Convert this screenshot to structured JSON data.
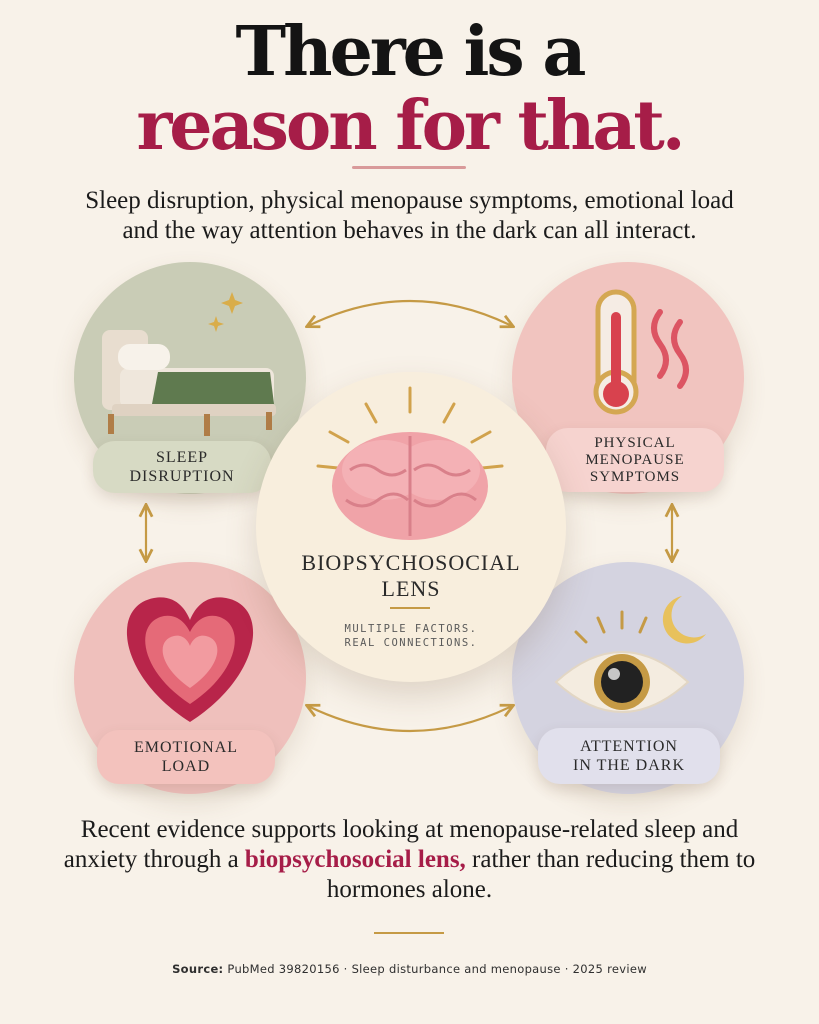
{
  "headline": {
    "line1": "There is a",
    "line2": "reason for that."
  },
  "intro": "Sleep disruption, physical menopause symptoms, emotional load and the way attention behaves in the dark can all interact.",
  "factors": {
    "sleep": {
      "line1": "SLEEP",
      "line2": "DISRUPTION",
      "icon": "moon-bed-icon"
    },
    "physical": {
      "line1": "PHYSICAL",
      "line2": "MENOPAUSE",
      "line3": "SYMPTOMS",
      "icon": "thermometer-heat-icon"
    },
    "emotional": {
      "line1": "EMOTIONAL",
      "line2": "LOAD",
      "icon": "heart-icon"
    },
    "attention": {
      "line1": "ATTENTION",
      "line2": "IN THE DARK",
      "icon": "eye-moon-icon"
    }
  },
  "center": {
    "title_line1": "BIOPSYCHOSOCIAL",
    "title_line2": "LENS",
    "sub_line1": "MULTIPLE FACTORS.",
    "sub_line2": "REAL CONNECTIONS.",
    "icon": "brain-icon"
  },
  "outro": {
    "before": "Recent evidence supports looking at menopause-related sleep and anxiety through a ",
    "highlight": "biopsychosocial lens,",
    "after": " rather than reducing them to hormones alone."
  },
  "source": {
    "label": "Source:",
    "text": " PubMed 39820156 · Sleep disturbance and menopause · 2025 review"
  },
  "colors": {
    "accent": "#a61d48",
    "gold": "#c59a45",
    "background": "#f8f2e9",
    "sage": "#c9ccb6",
    "rose": "#f1c4bf",
    "lavender": "#d4d3e0"
  }
}
